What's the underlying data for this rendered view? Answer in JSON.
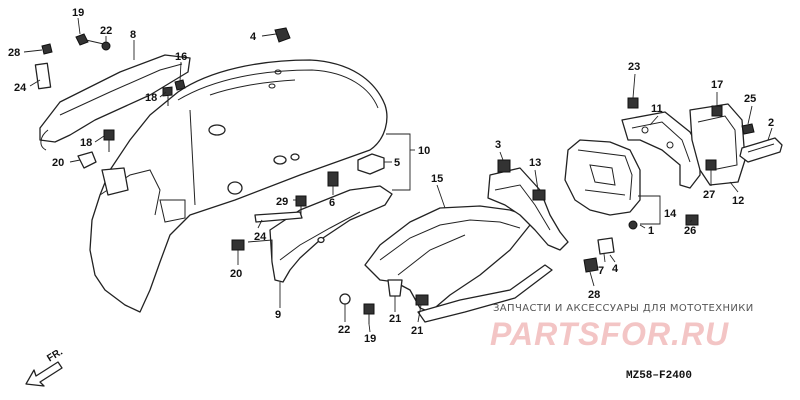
{
  "callouts": [
    "19",
    "22",
    "8",
    "28",
    "24",
    "18",
    "20",
    "16",
    "18",
    "4",
    "10",
    "5",
    "6",
    "29",
    "24",
    "20",
    "9",
    "22",
    "19",
    "21",
    "21",
    "3",
    "13",
    "15",
    "11",
    "17",
    "25",
    "2",
    "23",
    "12",
    "27",
    "14",
    "26",
    "7",
    "4",
    "28",
    "1"
  ],
  "watermark": {
    "top_text": "ЗАПЧАСТИ И АКСЕССУАРЫ ДЛЯ МОТОТЕХНИКИ",
    "brand": "PARTSFOR.RU"
  },
  "diagram_code": "MZ58–F2400",
  "front_label": "FR.",
  "colors": {
    "ink": "#222222",
    "watermark": "#f3c5c5"
  }
}
